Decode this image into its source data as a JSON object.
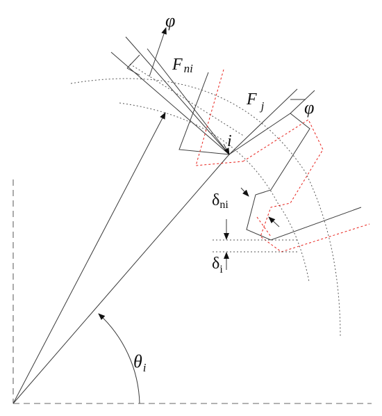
{
  "labels": {
    "phi_top": "φ",
    "phi_right": "φ",
    "F_main": "F",
    "F_ni_sub": "ni",
    "F_j_sub": "j",
    "point_i": "i",
    "delta_main": "δ",
    "delta_ni_sub": "ni",
    "delta_i_sub": "i",
    "theta_main": "θ",
    "theta_sub": "i"
  },
  "colors": {
    "line": "#3a3a3a",
    "deformed_profile": "#e8201a",
    "guide": "#555555"
  }
}
